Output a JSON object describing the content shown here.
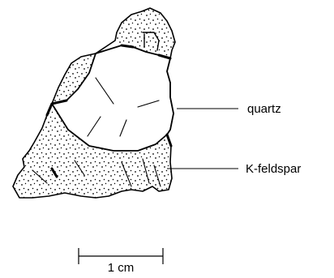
{
  "labels": {
    "quartz": "quartz",
    "k_feldspar": "K-feldspar"
  },
  "scale_bar": {
    "label": "1 cm"
  }
}
